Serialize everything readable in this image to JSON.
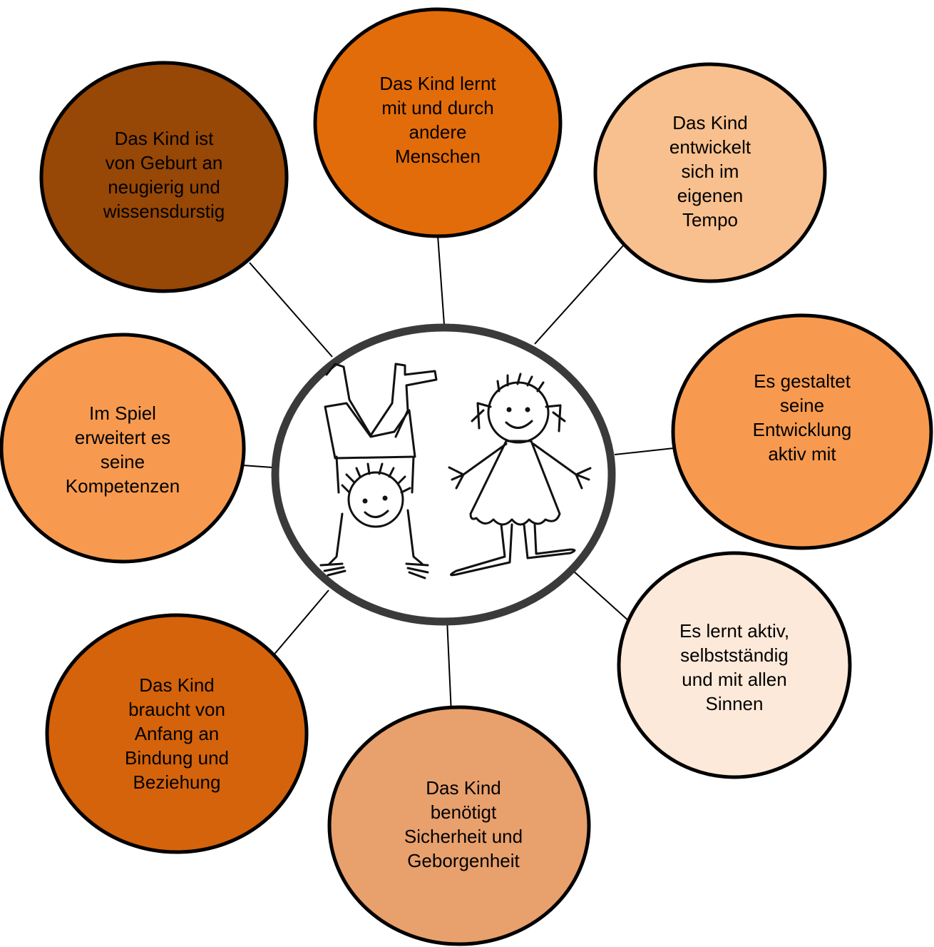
{
  "center": {
    "name": "children-illustration",
    "ring_color": "#3a3a3a",
    "fill_color": "#ffffff"
  },
  "bubbles": [
    {
      "id": "b-top",
      "text": "Das Kind lernt\nmit und durch\nandere\nMenschen",
      "color": "#e36c0a"
    },
    {
      "id": "b-top-right",
      "text": "Das Kind\nentwickelt\nsich im\neigenen\nTempo",
      "color": "#f8c08e"
    },
    {
      "id": "b-right",
      "text": "Es gestaltet\nseine\nEntwicklung\naktiv mit",
      "color": "#f79a4f"
    },
    {
      "id": "b-bottom-right",
      "text": "Es lernt aktiv,\nselbstständig\nund mit allen\nSinnen",
      "color": "#fde9d9"
    },
    {
      "id": "b-bottom",
      "text": "Das Kind\nbenötigt\nSicherheit und\nGeborgenheit",
      "color": "#e8a06d"
    },
    {
      "id": "b-bottom-left",
      "text": "Das Kind\nbraucht von\nAnfang an\nBindung und\nBeziehung",
      "color": "#d4630b"
    },
    {
      "id": "b-left",
      "text": "Im Spiel\nerweitert es\nseine\nKompetenzen",
      "color": "#f79a4f"
    },
    {
      "id": "b-top-left",
      "text": "Das Kind ist\nvon Geburt an\nneugierig und\nwissensdurstig",
      "color": "#974706"
    }
  ],
  "connector_color": "#000000",
  "outline_color": "#000000"
}
